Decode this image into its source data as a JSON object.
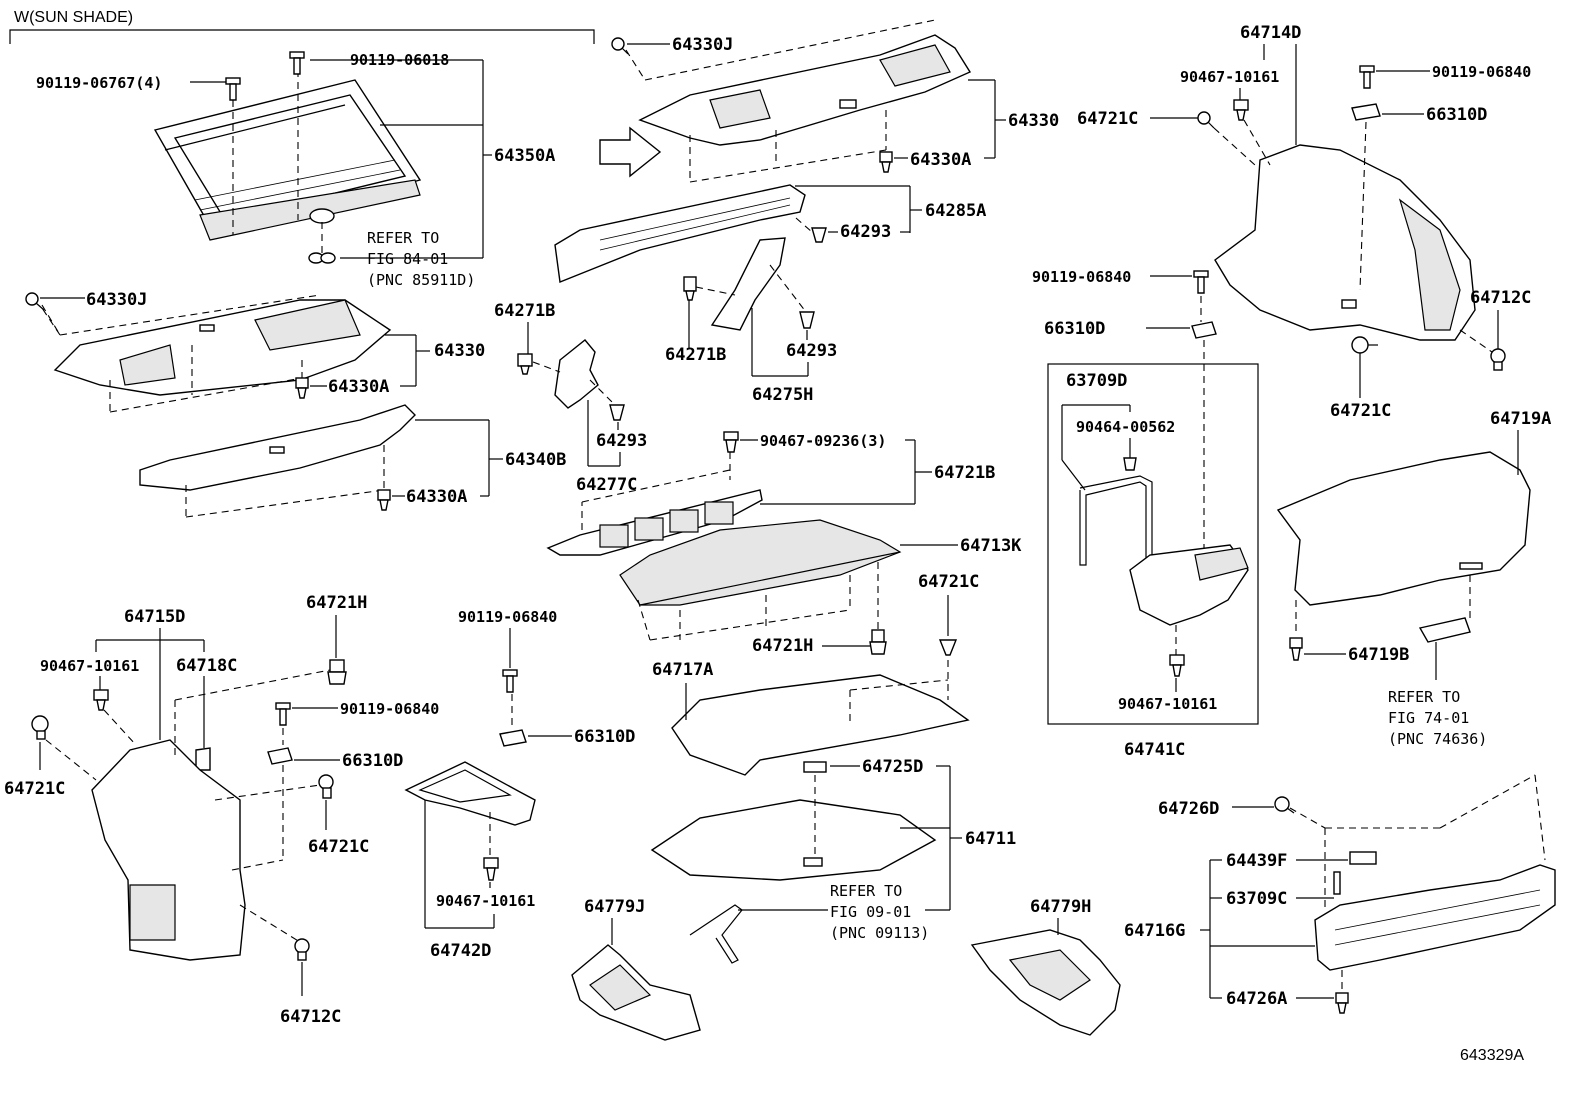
{
  "header": {
    "sun_shade": "W(SUN SHADE)"
  },
  "figure_code": "643329A",
  "labels": {
    "p90119_06767": "90119-06767(4)",
    "p90119_06018": "90119-06018",
    "p64350A": "64350A",
    "p64330J_a": "64330J",
    "p64330_a": "64330",
    "p64330A_a": "64330A",
    "p64340B": "64340B",
    "p64330A_b": "64330A",
    "p64330J_b": "64330J",
    "p64330_b": "64330",
    "p64330A_c": "64330A",
    "p64285A": "64285A",
    "p64293_a": "64293",
    "p64271B_a": "64271B",
    "p64271B_b": "64271B",
    "p64293_b": "64293",
    "p64275H": "64275H",
    "p64293_c": "64293",
    "p64277C": "64277C",
    "p90467_09236": "90467-09236(3)",
    "p64721B": "64721B",
    "p64713K": "64713K",
    "p64721H_a": "64721H",
    "p64717A": "64717A",
    "p64721C_mid": "64721C",
    "p64725D": "64725D",
    "p64711": "64711",
    "p64779J": "64779J",
    "p64779H": "64779H",
    "p64714D": "64714D",
    "p90467_10161_a": "90467-10161",
    "p90119_06840_a": "90119-06840",
    "p64721C_a": "64721C",
    "p66310D_a": "66310D",
    "p90119_06840_b": "90119-06840",
    "p66310D_b": "66310D",
    "p64712C_a": "64712C",
    "p64721C_b": "64721C",
    "p63709D": "63709D",
    "p90464_00562": "90464-00562",
    "p90467_10161_b": "90467-10161",
    "p64741C": "64741C",
    "p64719A": "64719A",
    "p64719B": "64719B",
    "p64726D": "64726D",
    "p64439F": "64439F",
    "p63709C": "63709C",
    "p64716G": "64716G",
    "p64726A": "64726A",
    "p64715D": "64715D",
    "p90467_10161_c": "90467-10161",
    "p64718C": "64718C",
    "p64721H_b": "64721H",
    "p90119_06840_c": "90119-06840",
    "p66310D_c": "66310D",
    "p64721C_c": "64721C",
    "p64721C_d": "64721C",
    "p64712C_b": "64712C",
    "p90119_06840_d": "90119-06840",
    "p66310D_d": "66310D",
    "p90467_10161_d": "90467-10161",
    "p64742D": "64742D"
  },
  "references": {
    "r1": {
      "line1": "REFER TO",
      "line2": "FIG 84-01",
      "line3": "(PNC 85911D)"
    },
    "r2": {
      "line1": "REFER TO",
      "line2": "FIG 09-01",
      "line3": "(PNC 09113)"
    },
    "r3": {
      "line1": "REFER TO",
      "line2": "FIG 74-01",
      "line3": "(PNC 74636)"
    }
  }
}
